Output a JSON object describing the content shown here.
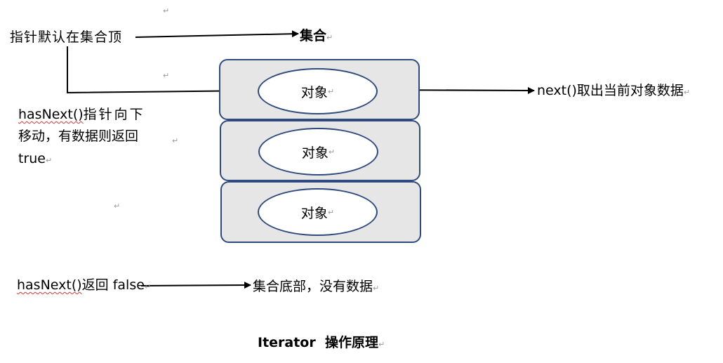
{
  "pointer_note": "指针默认在集合顶",
  "collection_title": "集合",
  "object_label": "对象",
  "next_note": "next()取出当前对象数据",
  "has_next_note": {
    "method": "hasNext()",
    "line1_rest": "指针向下",
    "line2": "移动，有数据则返回",
    "line3": "true"
  },
  "has_next_false_note": {
    "method": "hasNext()",
    "rest": "返回 false"
  },
  "bottom_note": "集合底部，没有数据",
  "caption": "Iterator  操作原理",
  "paragraph_mark": "↵",
  "colors": {
    "box_fill": "#e6e6e6",
    "box_border": "#2f4a7e",
    "arrow": "#000000",
    "spellcheck_underline": "#d23a3a"
  }
}
